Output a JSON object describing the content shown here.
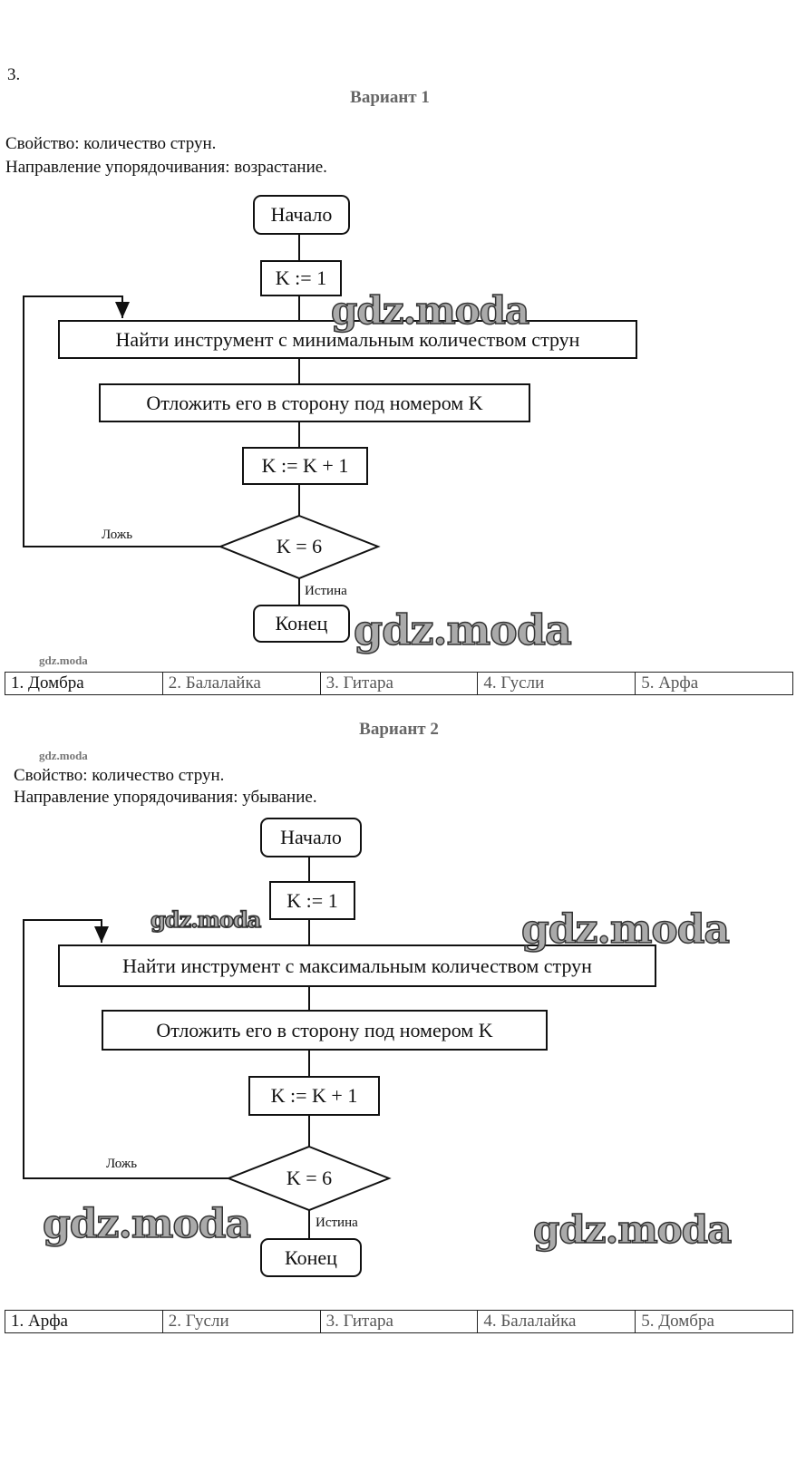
{
  "task_number": "3.",
  "watermark": "gdz.moda",
  "variants": [
    {
      "title": "Вариант 1",
      "property": "Свойство: количество струн.",
      "direction": "Направление упорядочивания: возрастание.",
      "flowchart": {
        "start": "Начало",
        "init": "K := 1",
        "find": "Найти инструмент с минимальным количеством струн",
        "put": "Отложить его в сторону под номером K",
        "increment": "K := K + 1",
        "condition": "K = 6",
        "false_label": "Ложь",
        "true_label": "Истина",
        "end": "Конец"
      },
      "result": [
        "1. Домбра",
        "2. Балалайка",
        "3. Гитара",
        "4. Гусли",
        "5. Арфа"
      ]
    },
    {
      "title": "Вариант 2",
      "property": "Свойство: количество струн.",
      "direction": "Направление упорядочивания: убывание.",
      "flowchart": {
        "start": "Начало",
        "init": "K := 1",
        "find": "Найти инструмент с максимальным количеством струн",
        "put": "Отложить его в сторону под номером K",
        "increment": "K := K + 1",
        "condition": "K = 6",
        "false_label": "Ложь",
        "true_label": "Истина",
        "end": "Конец"
      },
      "result": [
        "1. Арфа",
        "2. Гусли",
        "3. Гитара",
        "4. Балалайка",
        "5. Домбра"
      ]
    }
  ]
}
